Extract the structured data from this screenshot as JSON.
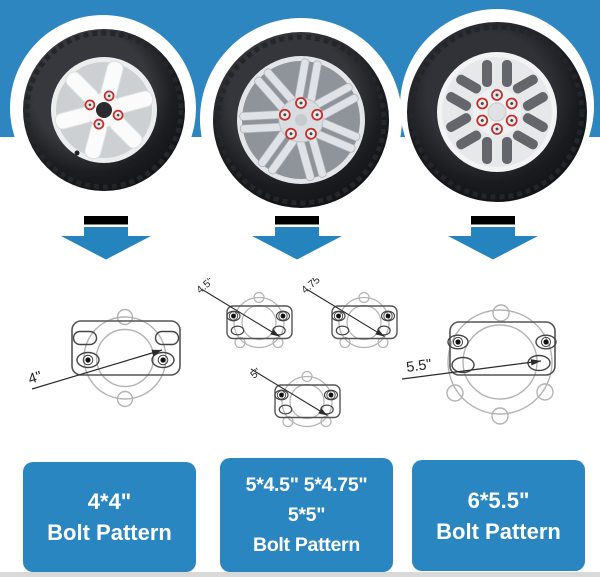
{
  "theme": {
    "band_blue": "#2e86c1",
    "arrow_blue": "#2583bd",
    "box_blue": "#2a86c0",
    "lug_red": "#c62f2c",
    "footer_gray": "#d9d9d9"
  },
  "diagrams": {
    "d4": {
      "label": "4\""
    },
    "d45": {
      "label": "4.5\""
    },
    "d475": {
      "label": "4.75\""
    },
    "d5": {
      "label": "5\""
    },
    "d55": {
      "label": "5.5\""
    }
  },
  "boxes": [
    {
      "lines": [
        "4*4\"",
        "Bolt Pattern"
      ]
    },
    {
      "lines": [
        "5*4.5\" 5*4.75\"",
        "5*5\"",
        "Bolt Pattern"
      ]
    },
    {
      "lines": [
        "6*5.5\"",
        "Bolt Pattern"
      ]
    }
  ]
}
